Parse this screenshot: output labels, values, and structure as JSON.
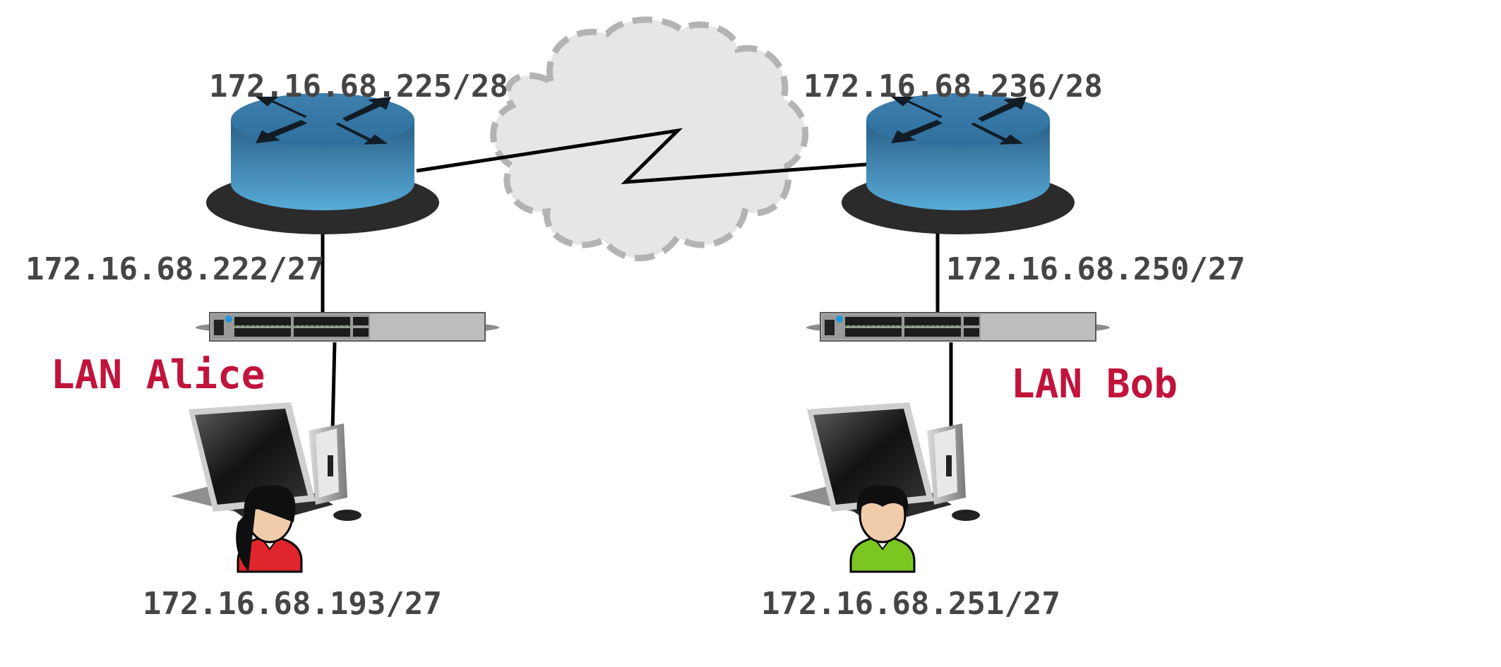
{
  "colors": {
    "ip_label": "#454545",
    "lan_label": "#c0143c",
    "router_top": "#3a79a6",
    "router_side": "#2f6f9c",
    "cloud_fill": "#e6e6e6",
    "cloud_border": "#b3b3b3",
    "alice_shirt": "#e0262c",
    "bob_shirt": "#7cc622"
  },
  "icons": [
    "router-icon",
    "cloud-icon",
    "switch-icon",
    "computer-icon",
    "user-icon"
  ],
  "labels": {
    "router_left_wan": "172.16.68.225/28",
    "router_right_wan": "172.16.68.236/28",
    "router_left_lan": "172.16.68.222/27",
    "router_right_lan": "172.16.68.250/27",
    "lan_alice": "LAN Alice",
    "lan_bob": "LAN Bob",
    "alice_host": "172.16.68.193/27",
    "bob_host": "172.16.68.251/27"
  }
}
